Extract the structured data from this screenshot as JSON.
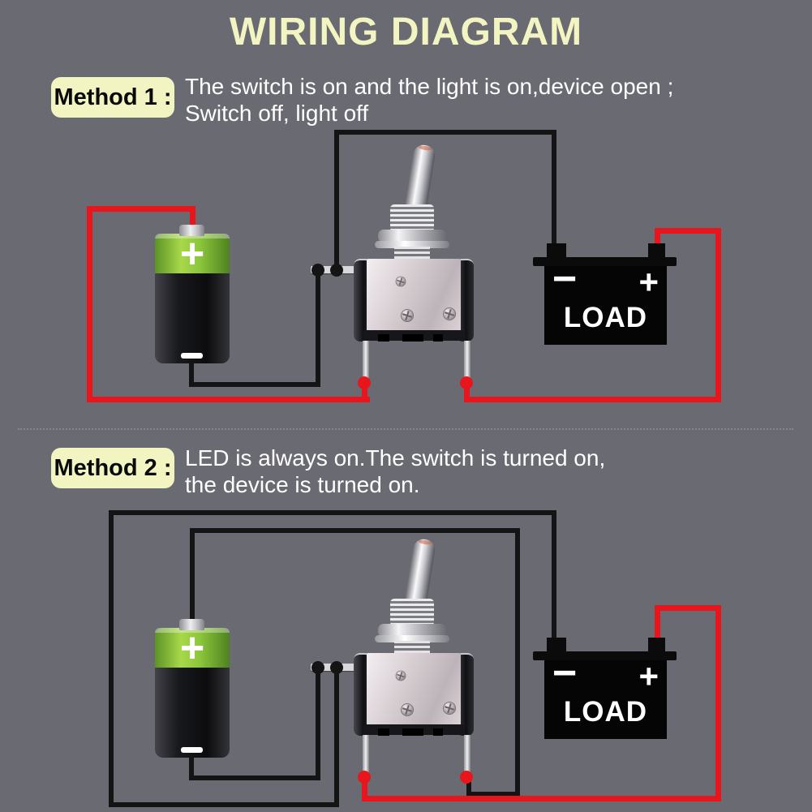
{
  "title": "WIRING DIAGRAM",
  "colors": {
    "bg": "#6a6a72",
    "red": "#e8151d",
    "wire": "#141414",
    "cream": "#f2f4c1",
    "desc": "#ffffff",
    "battery_green": "#8cc63c",
    "load_black": "#050505"
  },
  "methods": [
    {
      "label": "Method 1 :",
      "desc": [
        "The switch is on and the light is on,device open ;",
        "Switch off, light off"
      ]
    },
    {
      "label": "Method 2 :",
      "desc": [
        "LED is always on.The switch is turned on,",
        "the device is turned on."
      ]
    }
  ],
  "battery": {
    "plus_sign": "+",
    "minus_sign": "−"
  },
  "load": {
    "label": "LOAD",
    "plus_sign": "+",
    "minus_sign": "−"
  }
}
